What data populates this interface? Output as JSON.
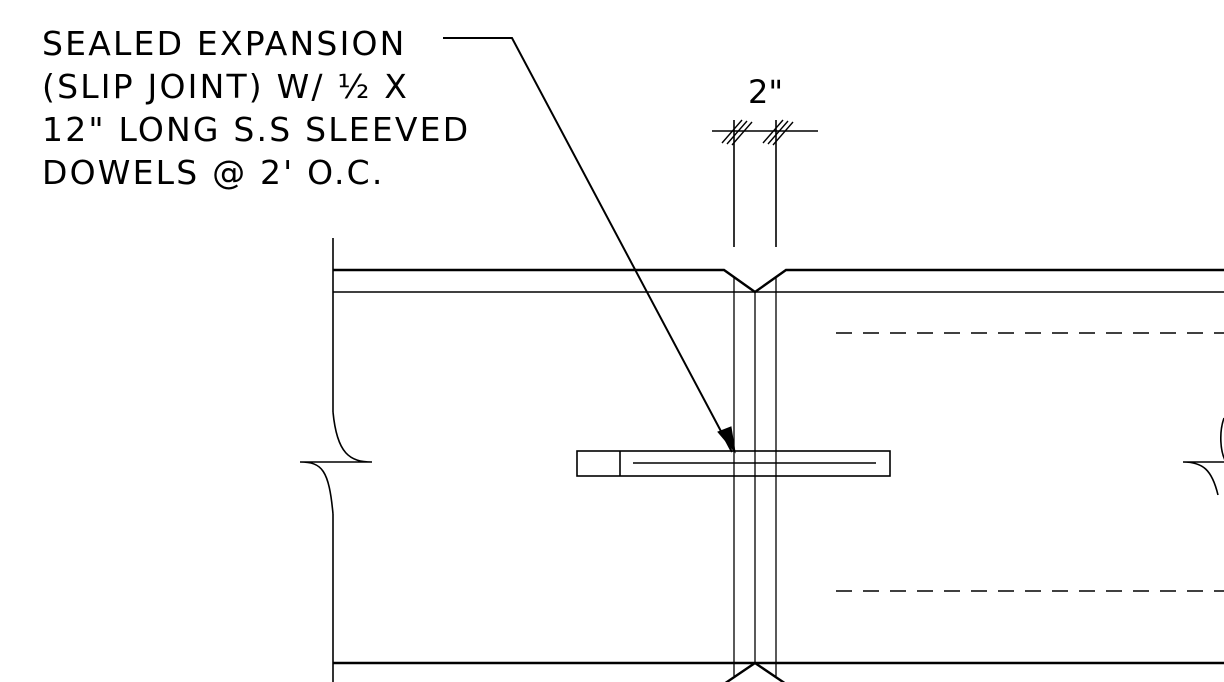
{
  "note": {
    "lines": [
      "SEALED EXPANSION",
      "(SLIP JOINT) W/ ½ X",
      "12\" LONG S.S SLEEVED",
      "DOWELS @ 2' O.C."
    ]
  },
  "dimension": {
    "label": "2\""
  },
  "colors": {
    "linework": "#000000",
    "background": "#ffffff"
  }
}
